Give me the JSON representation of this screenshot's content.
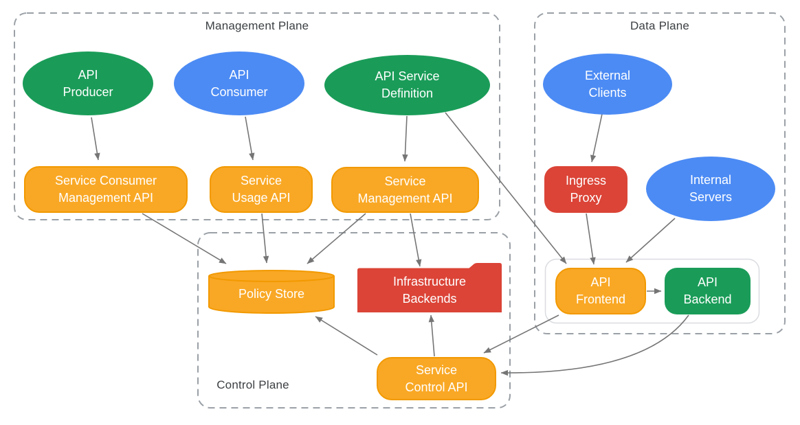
{
  "diagram": {
    "planes": {
      "management": {
        "label": "Management Plane"
      },
      "data": {
        "label": "Data Plane"
      },
      "control": {
        "label": "Control Plane"
      }
    },
    "nodes": {
      "api_producer": {
        "label": "API\nProducer",
        "shape": "ellipse",
        "color": "#1A9C58"
      },
      "api_consumer": {
        "label": "API\nConsumer",
        "shape": "ellipse",
        "color": "#4C8BF4"
      },
      "api_service_definition": {
        "label": "API Service\nDefinition",
        "shape": "ellipse",
        "color": "#1A9C58"
      },
      "external_clients": {
        "label": "External\nClients",
        "shape": "ellipse",
        "color": "#4C8BF4"
      },
      "internal_servers": {
        "label": "Internal\nServers",
        "shape": "ellipse",
        "color": "#4C8BF4"
      },
      "service_consumer_management_api": {
        "label": "Service Consumer\nManagement API",
        "shape": "rounded-rect",
        "color": "#F9A825"
      },
      "service_usage_api": {
        "label": "Service\nUsage API",
        "shape": "rounded-rect",
        "color": "#F9A825"
      },
      "service_management_api": {
        "label": "Service\nManagement API",
        "shape": "rounded-rect",
        "color": "#F9A825"
      },
      "ingress_proxy": {
        "label": "Ingress\nProxy",
        "shape": "rounded-rect",
        "color": "#DB4437"
      },
      "api_frontend": {
        "label": "API\nFrontend",
        "shape": "rounded-rect",
        "color": "#F9A825"
      },
      "api_backend": {
        "label": "API\nBackend",
        "shape": "rounded-rect",
        "color": "#1A9C58"
      },
      "policy_store": {
        "label": "Policy Store",
        "shape": "cylinder",
        "color": "#F9A825"
      },
      "infrastructure_backends": {
        "label": "Infrastructure\nBackends",
        "shape": "folder",
        "color": "#DB4437"
      },
      "service_control_api": {
        "label": "Service\nControl API",
        "shape": "rounded-rect",
        "color": "#F9A825"
      }
    },
    "edges": [
      {
        "from": "API Producer",
        "to": "Service Consumer Management API"
      },
      {
        "from": "API Consumer",
        "to": "Service Usage API"
      },
      {
        "from": "API Service Definition",
        "to": "Service Management API"
      },
      {
        "from": "API Service Definition",
        "to": "API Frontend"
      },
      {
        "from": "External Clients",
        "to": "Ingress Proxy"
      },
      {
        "from": "Ingress Proxy",
        "to": "API Frontend"
      },
      {
        "from": "Internal Servers",
        "to": "API Frontend"
      },
      {
        "from": "Service Consumer Management API",
        "to": "Policy Store"
      },
      {
        "from": "Service Usage API",
        "to": "Policy Store"
      },
      {
        "from": "Service Management API",
        "to": "Policy Store"
      },
      {
        "from": "Service Management API",
        "to": "Infrastructure Backends"
      },
      {
        "from": "Service Control API",
        "to": "Infrastructure Backends"
      },
      {
        "from": "Service Control API",
        "to": "Policy Store"
      },
      {
        "from": "API Frontend",
        "to": "API Backend"
      },
      {
        "from": "API Frontend",
        "to": "Service Control API"
      },
      {
        "from": "API Backend",
        "to": "Service Control API"
      }
    ],
    "colors": {
      "green": "#1A9C58",
      "blue": "#4C8BF4",
      "orange_fill": "#F9A825",
      "orange_border": "#F29900",
      "red": "#DB4437",
      "arrow_gray": "#757575",
      "plane_border_gray": "#9AA0A6",
      "container_border_gray": "#DADCE0",
      "title_text": "#3C4043",
      "node_text": "#FFFFFF"
    }
  }
}
